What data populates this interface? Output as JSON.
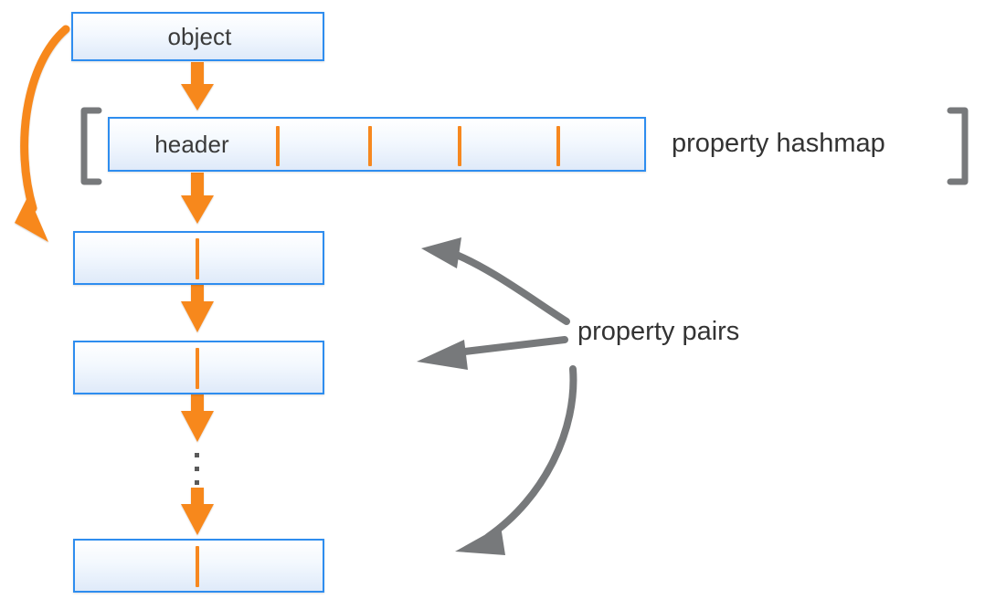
{
  "diagram": {
    "title": "object property hashmap and property pairs layout",
    "colors": {
      "box_border": "#2E8DEF",
      "box_fill_top": "#ffffff",
      "box_fill_bottom": "#dfeaf9",
      "arrow_orange": "#F7881F",
      "arrow_gray": "#77797B",
      "bracket_gray": "#77797B",
      "text": "#333333",
      "background": "#ffffff"
    },
    "boxes": {
      "object": {
        "label": "object"
      },
      "header": {
        "label": "header",
        "slot_count": 5,
        "divider_count": 4
      },
      "pair_1": {
        "label": ""
      },
      "pair_2": {
        "label": ""
      },
      "pair_last": {
        "label": ""
      }
    },
    "labels": {
      "property_hashmap": "property hashmap",
      "property_pairs": "property pairs"
    },
    "annotations": {
      "ellipsis": "⋮",
      "ellipsis_dot_count": 3,
      "bracket_left": "[",
      "bracket_right": "]",
      "pair_arrow_count": 3
    },
    "flow": [
      "object",
      "header",
      "pair_1",
      "pair_2",
      "ellipsis",
      "pair_last"
    ]
  }
}
